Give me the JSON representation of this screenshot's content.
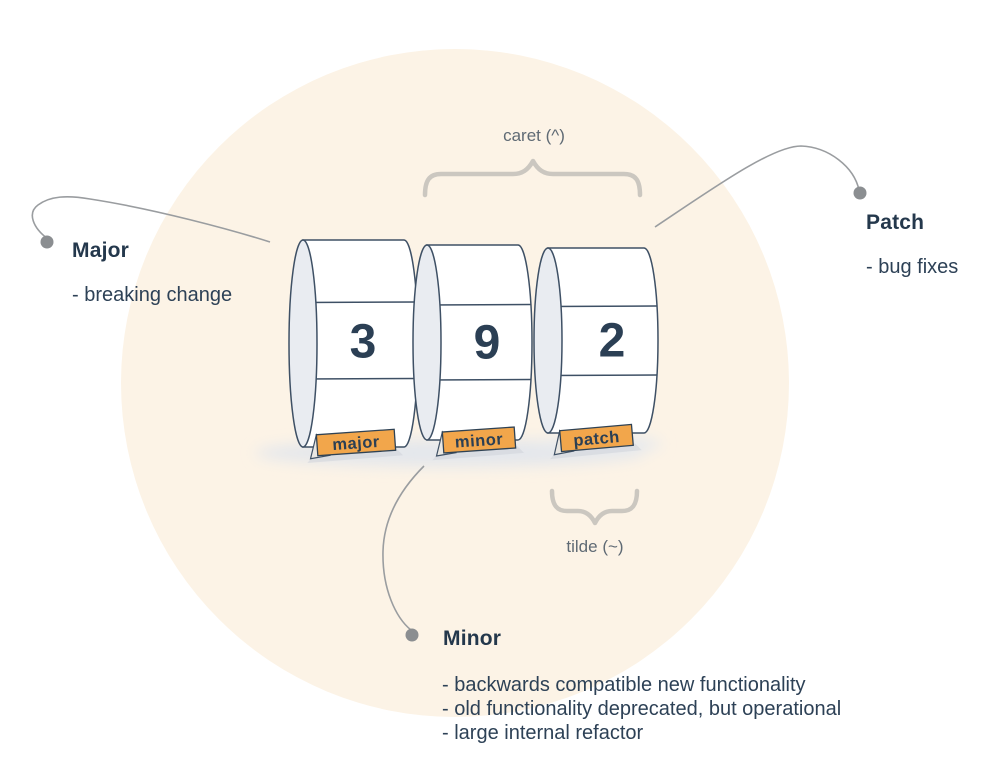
{
  "colors": {
    "background": "#FFFFFF",
    "circle_fill": "#FCF3E6",
    "ink": "#2D4156",
    "heading_ink": "#24384C",
    "muted_gray": "#5F6A74",
    "brace_gray": "#CBC7C0",
    "connector_gray": "#9A9DA0",
    "dot_gray": "#8B8E91",
    "reel_outline": "#3E5065",
    "reel_end_fill": "#E9ECF1",
    "reel_face_fill": "#FFFFFF",
    "tab_fill": "#F2A64B",
    "tab_fold_fill": "#E9E7E3",
    "digit_color": "#2B3F54"
  },
  "reels": [
    {
      "digit": "3",
      "tab_label": "major"
    },
    {
      "digit": "9",
      "tab_label": "minor"
    },
    {
      "digit": "2",
      "tab_label": "patch"
    }
  ],
  "range_labels": {
    "caret": "caret (^)",
    "tilde": "tilde (~)"
  },
  "annotations": {
    "major": {
      "heading": "Major",
      "notes": [
        "- breaking change"
      ]
    },
    "patch": {
      "heading": "Patch",
      "notes": [
        "- bug fixes"
      ]
    },
    "minor": {
      "heading": "Minor",
      "notes": [
        "- backwards compatible new functionality",
        "- old functionality deprecated, but operational",
        "- large internal refactor"
      ]
    }
  }
}
